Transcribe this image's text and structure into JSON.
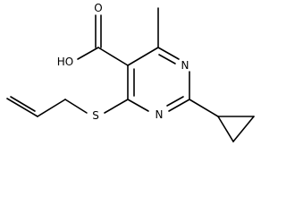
{
  "molecule": {
    "atoms": {
      "hydroxyl": "HO",
      "carbonyl_oxygen": "O",
      "ring_nitrogen_top": "N",
      "ring_nitrogen_bottom": "N",
      "sulfur": "S"
    }
  }
}
